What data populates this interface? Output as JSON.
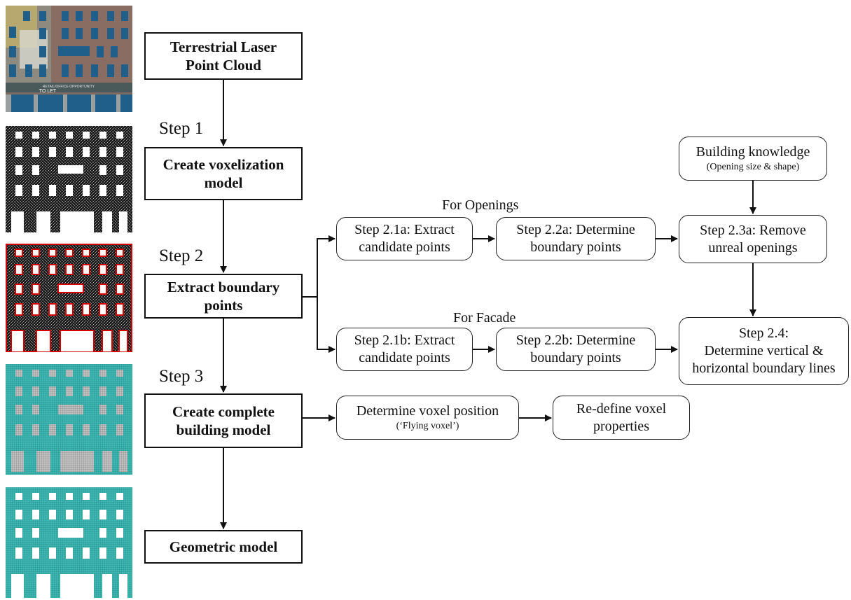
{
  "main_boxes": {
    "tls": [
      "Terrestrial Laser",
      "Point Cloud"
    ],
    "voxel": [
      "Create voxelization",
      "model"
    ],
    "extract": [
      "Extract boundary",
      "points"
    ],
    "complete": [
      "Create complete",
      "building model"
    ],
    "geometric": [
      "Geometric model"
    ]
  },
  "step_labels": {
    "step1": "Step 1",
    "step2": "Step 2",
    "step3": "Step 3"
  },
  "group_labels": {
    "openings": "For Openings",
    "facade": "For Facade"
  },
  "openings_row": {
    "s21a": [
      "Step 2.1a: Extract",
      "candidate points"
    ],
    "s22a": [
      "Step 2.2a: Determine",
      "boundary points"
    ],
    "s23a": [
      "Step 2.3a: Remove",
      "unreal openings"
    ]
  },
  "knowledge": {
    "title": "Building knowledge",
    "note": "(Opening size & shape)"
  },
  "facade_row": {
    "s21b": [
      "Step 2.1b: Extract",
      "candidate points"
    ],
    "s22b": [
      "Step 2.2b: Determine",
      "boundary points"
    ],
    "s24": [
      "Step 2.4:",
      "Determine vertical &",
      "horizontal boundary lines"
    ]
  },
  "step3_row": {
    "voxel_position": "Determine voxel position",
    "flying_voxel": "(‘Flying voxel’)",
    "redefine": [
      "Re-define voxel",
      "properties"
    ]
  },
  "thumbnail_text": {
    "banner": "RETAIL/OFFICE OPPORTUNITY",
    "to_let": "TO LET"
  },
  "colors": {
    "ink": "#111111",
    "point_cloud_bg": "#1a1a1a",
    "boundary_red": "#d40000",
    "voxel_teal": "#3fb8b4",
    "opening_grey": "#b8b8b8",
    "photo_blue": "#1f5f8a",
    "photo_brick": "#8a6a5c"
  }
}
